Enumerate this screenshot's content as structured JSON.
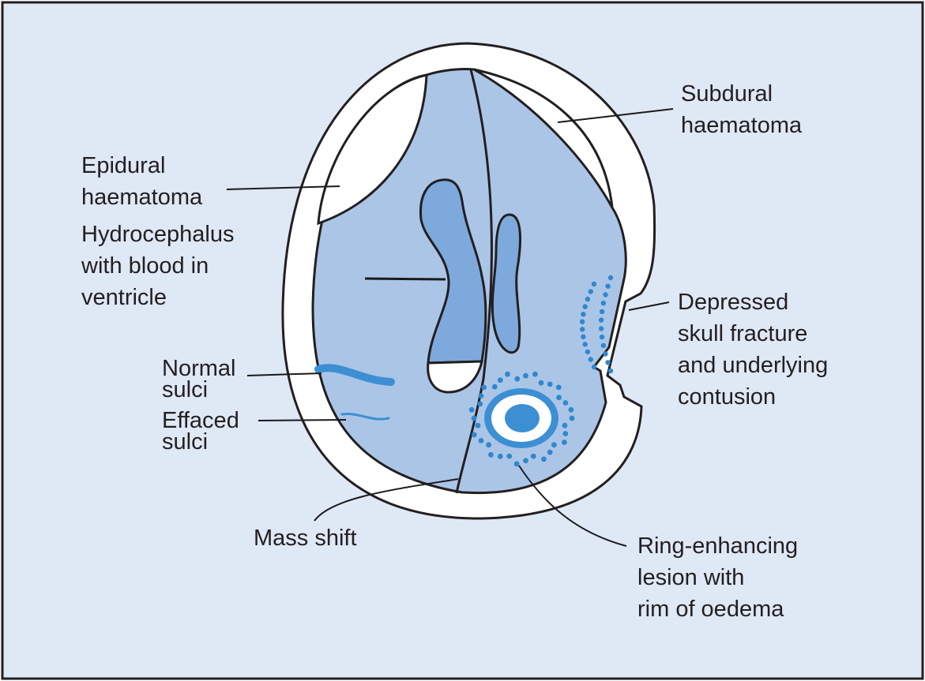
{
  "colors": {
    "background": "#dfe8f5",
    "frame": "#231f20",
    "skull": "#ffffff",
    "brain": "#abc5e7",
    "ventricle": "#7ea9dc",
    "dots": "#2f88cf",
    "lesion_core": "#3d8fd4",
    "line": "#1a1a1a"
  },
  "labels": {
    "subdural": [
      "Subdural",
      "haematoma"
    ],
    "epidural": [
      "Epidural",
      "haematoma"
    ],
    "hydrocephalus": [
      "Hydrocephalus",
      "with blood in",
      "ventricle"
    ],
    "normal_sulci": [
      "Normal",
      "sulci"
    ],
    "effaced_sulci": [
      "Effaced",
      "sulci"
    ],
    "mass_shift": [
      "Mass shift"
    ],
    "depressed_fracture": [
      "Depressed",
      "skull fracture",
      "and underlying",
      "contusion"
    ],
    "ring_lesion": [
      "Ring-enhancing",
      "lesion with",
      "rim of oedema"
    ]
  }
}
